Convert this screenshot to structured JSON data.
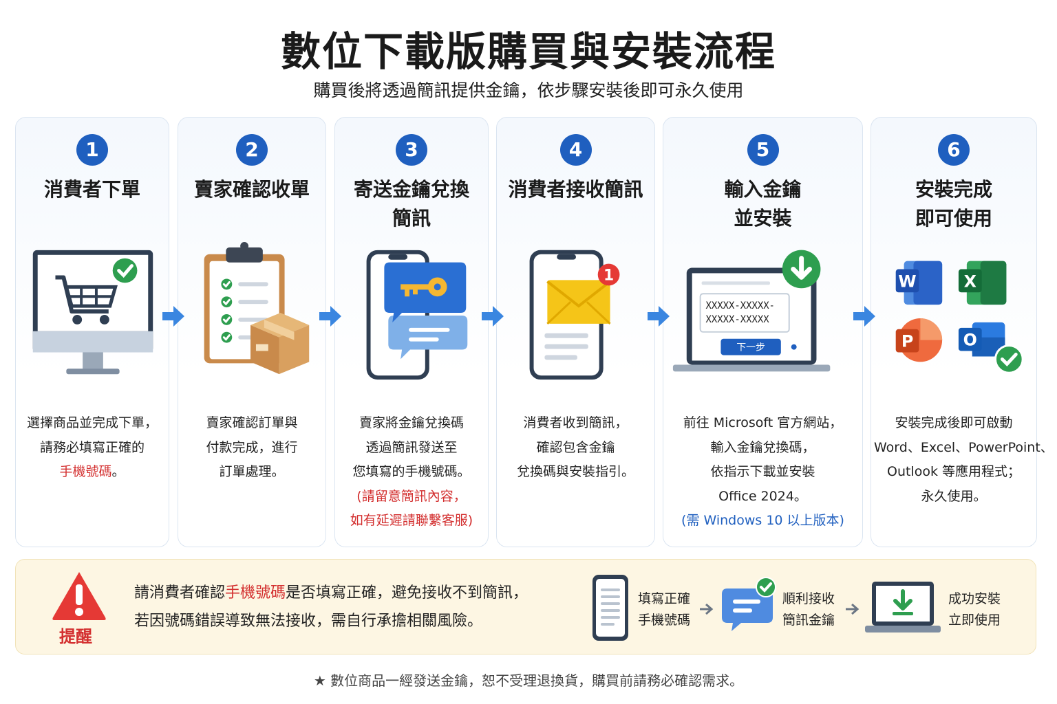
{
  "title": "數位下載版購買與安裝流程",
  "subtitle": "購買後將透過簡訊提供金鑰，依步驟安裝後即可永久使用",
  "steps": [
    {
      "number": "1",
      "title": [
        "消費者下單"
      ],
      "desc": [
        {
          "text": "選擇商品並完成下單，"
        },
        {
          "text": "請務必填寫正確的"
        },
        {
          "parts": [
            {
              "text": "手機號碼",
              "style": "red"
            },
            {
              "text": "。"
            }
          ]
        }
      ]
    },
    {
      "number": "2",
      "title": [
        "賣家確認收單"
      ],
      "desc": [
        {
          "text": "賣家確認訂單與"
        },
        {
          "text": "付款完成，進行"
        },
        {
          "text": "訂單處理。"
        }
      ]
    },
    {
      "number": "3",
      "title": [
        "寄送金鑰兌換",
        "簡訊"
      ],
      "desc": [
        {
          "text": "賣家將金鑰兌換碼"
        },
        {
          "text": "透過簡訊發送至"
        },
        {
          "text": "您填寫的手機號碼。"
        },
        {
          "text": "(請留意簡訊內容，",
          "style": "red"
        },
        {
          "text": "如有延遲請聯繫客服)",
          "style": "red"
        }
      ]
    },
    {
      "number": "4",
      "title": [
        "消費者接收簡訊"
      ],
      "desc": [
        {
          "text": "消費者收到簡訊，"
        },
        {
          "text": "確認包含金鑰"
        },
        {
          "text": "兌換碼與安裝指引。"
        }
      ]
    },
    {
      "number": "5",
      "title": [
        "輸入金鑰",
        "並安裝"
      ],
      "desc": [
        {
          "text": "前往 Microsoft 官方網站，"
        },
        {
          "text": "輸入金鑰兌換碼，"
        },
        {
          "text": "依指示下載並安裝"
        },
        {
          "text": "Office 2024。"
        },
        {
          "text": "(需 Windows 10 以上版本)",
          "style": "blue"
        }
      ]
    },
    {
      "number": "6",
      "title": [
        "安裝完成",
        "即可使用"
      ],
      "desc": [
        {
          "text": "安裝完成後即可啟動"
        },
        {
          "text": "Word、Excel、PowerPoint、"
        },
        {
          "text": "Outlook 等應用程式；"
        },
        {
          "text": "永久使用。"
        }
      ]
    }
  ],
  "illustrations": {
    "key_lines": [
      "XXXXX-XXXXX-",
      "XXXXX-XXXXX"
    ],
    "next_button": "下一步",
    "badge_count": "1",
    "office_letters": [
      "W",
      "X",
      "P",
      "O"
    ]
  },
  "notice": {
    "label": "提醒",
    "line1": [
      {
        "text": "請消費者確認"
      },
      {
        "text": "手機號碼",
        "style": "red"
      },
      {
        "text": "是否填寫正確，避免接收不到簡訊，"
      }
    ],
    "line2": "若因號碼錯誤導致無法接收，需自行承擔相關風險。",
    "mini_steps": [
      [
        "填寫正確",
        "手機號碼"
      ],
      [
        "順利接收",
        "簡訊金鑰"
      ],
      [
        "成功安裝",
        "立即使用"
      ]
    ]
  },
  "footer": "★ 數位商品一經發送金鑰，恕不受理退換貨，購買前請務必確認需求。",
  "colors": {
    "primary": "#1f5fbf",
    "warning": "#d32f2f",
    "notice_bg": "#fdf6e3"
  }
}
